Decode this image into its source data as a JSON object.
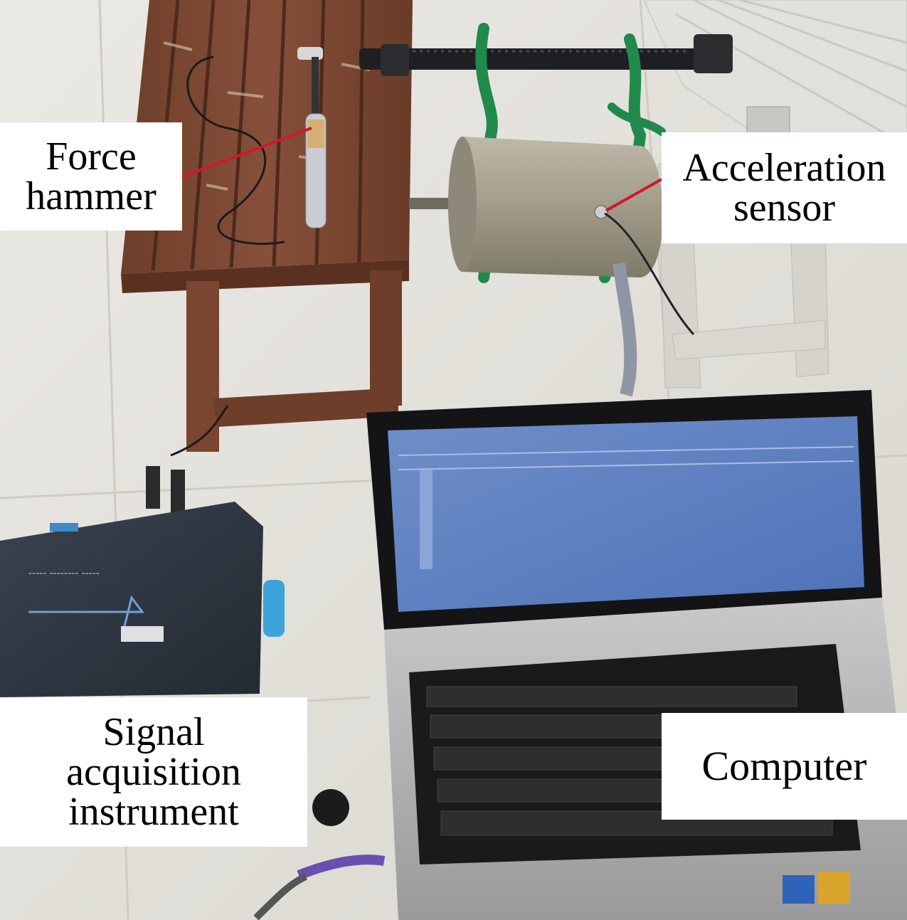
{
  "labels": {
    "force_hammer": {
      "line1": "Force",
      "line2": "hammer"
    },
    "acceleration_sensor": {
      "line1": "Acceleration",
      "line2": "sensor"
    },
    "signal_instrument": {
      "line1": "Signal",
      "line2": "acquisition",
      "line3": "instrument"
    },
    "computer": {
      "line1": "Computer"
    }
  },
  "colors": {
    "leader_line": "#d0182b",
    "label_background": "#ffffff",
    "label_text": "#000000"
  }
}
